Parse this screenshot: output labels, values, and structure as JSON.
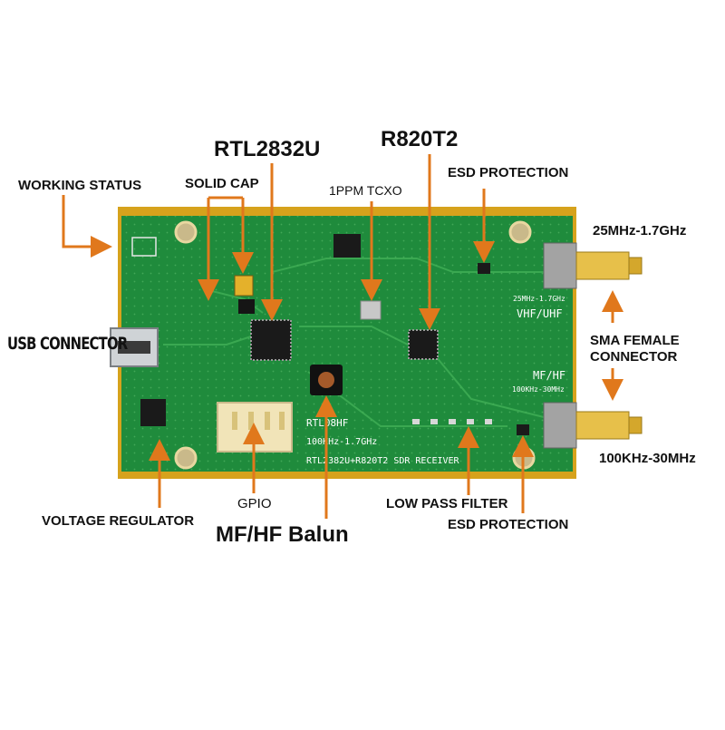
{
  "colors": {
    "board": "#1f8b3c",
    "gold": "#d6a21c",
    "arrow": "#e0781c",
    "label": "#111111"
  },
  "labels": {
    "working_status": "WORKING STATUS",
    "solid_cap": "SOLID CAP",
    "rtl2832u": "RTL2832U",
    "tcxo": "1PPM TCXO",
    "r820t2": "R820T2",
    "esd_top": "ESD PROTECTION",
    "freq_top": "25MHz-1.7GHz",
    "usb_connector": "USB CONNECTOR",
    "sma_line1": "SMA FEMALE",
    "sma_line2": "CONNECTOR",
    "freq_bottom": "100KHz-30MHz",
    "voltage_regulator": "VOLTAGE REGULATOR",
    "gpio": "GPIO",
    "balun": "MF/HF Balun",
    "low_pass_filter": "LOW PASS FILTER",
    "esd_bottom": "ESD PROTECTION"
  },
  "silkscreen": {
    "vhf_freq": "25MHz-1.7GHz",
    "vhf_uhf": "VHF/UHF",
    "mf_hf": "MF/HF",
    "hf_freq": "100KHz-30MHz",
    "model": "RTL08HF",
    "range": "100KHz-1.7GHz",
    "chipset": "RTL2382U+R820T2 SDR RECEIVER"
  }
}
